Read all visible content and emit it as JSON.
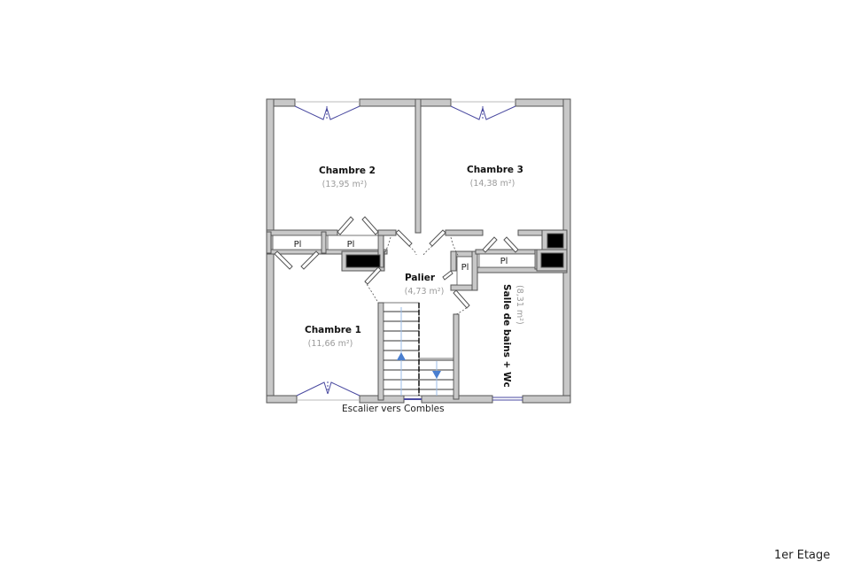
{
  "floor": {
    "label": "1er Etage"
  },
  "rooms": [
    {
      "name": "Chambre 2",
      "area": "(13,95 m²)"
    },
    {
      "name": "Chambre 3",
      "area": "(14,38 m²)"
    },
    {
      "name": "Chambre 1",
      "area": "(11,66 m²)"
    },
    {
      "name": "Palier",
      "area": "(4,73 m²)"
    },
    {
      "name": "Salle de bains + Wc",
      "area": "(8,31 m²)"
    }
  ],
  "closets": [
    {
      "label": "Pl"
    },
    {
      "label": "Pl"
    },
    {
      "label": "Pl"
    },
    {
      "label": "Pl"
    }
  ],
  "stairs": {
    "caption": "Escalier vers Combles"
  },
  "colors": {
    "wall_fill": "#c8c8c8",
    "wall_stroke": "#555555",
    "window": "#4a4aa0",
    "stair_arrow": "#4a7fd0",
    "stair_line": "#9bbde8",
    "duct": "#000000"
  }
}
